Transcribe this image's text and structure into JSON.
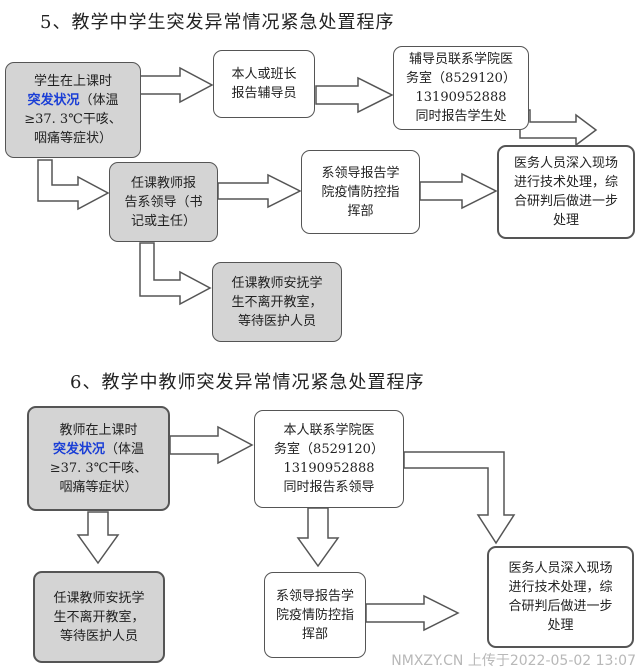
{
  "section5": {
    "title": "5、教学中学生突发异常情况紧急处置程序",
    "start": {
      "line1": "学生在上课时",
      "line2_em": "突发状况",
      "line2_rest": "（体温",
      "line3": "≥37. 3℃干咳、",
      "line4": "咽痛等症状）"
    },
    "report_counselor": [
      "本人或班长",
      "报告辅导员"
    ],
    "counselor_contact": [
      "辅导员联系学院医",
      "务室（8529120）",
      "13190952888",
      "同时报告学生处"
    ],
    "teacher_report": [
      "任课教师报",
      "告系领导（书",
      "记或主任）"
    ],
    "dept_report": [
      "系领导报告学",
      "院疫情防控指",
      "挥部"
    ],
    "medical": [
      "医务人员深入现场",
      "进行技术处理，综",
      "合研判后做进一步",
      "处理"
    ],
    "teacher_calm": [
      "任课教师安抚学",
      "生不离开教室，",
      "等待医护人员"
    ]
  },
  "section6": {
    "title": "6、教学中教师突发异常情况紧急处置程序",
    "start": {
      "line1": "教师在上课时",
      "line2_em": "突发状况",
      "line2_rest": "（体温",
      "line3": "≥37. 3℃干咳、",
      "line4": "咽痛等症状）"
    },
    "contact": [
      "本人联系学院医",
      "务室（8529120）",
      "13190952888",
      "同时报告系领导"
    ],
    "teacher_calm": [
      "任课教师安抚学",
      "生不离开教室，",
      "等待医护人员"
    ],
    "dept_report": [
      "系领导报告学",
      "院疫情防控指",
      "挥部"
    ],
    "medical": [
      "医务人员深入现场",
      "进行技术处理，综",
      "合研判后做进一步",
      "处理"
    ]
  },
  "watermark": "NMXZY.CN 上传于2022-05-02  13:07",
  "colors": {
    "box_gray": "#d4d4d4",
    "border": "#555555",
    "emphasis": "#1a3ed6"
  }
}
